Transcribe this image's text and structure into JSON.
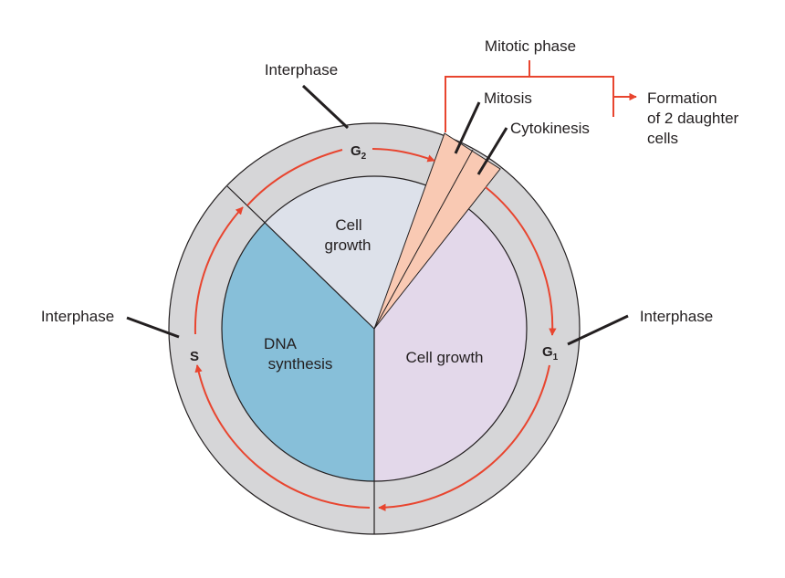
{
  "colors": {
    "outer_ring": "#d6d6d8",
    "ring_stroke": "#231f20",
    "dna_synthesis": "#87bfd9",
    "cell_growth_g2": "#dde1ea",
    "cell_growth_g1": "#e3d8ea",
    "mitotic_wedge": "#f9c9b3",
    "arrow": "#e8452f",
    "pointer": "#231f20"
  },
  "labels": {
    "interphase_top": "Interphase",
    "interphase_left": "Interphase",
    "interphase_right": "Interphase",
    "mitotic_phase": "Mitotic phase",
    "mitosis": "Mitosis",
    "cytokinesis": "Cytokinesis",
    "formation_line1": "Formation",
    "formation_line2": "of 2 daughter",
    "formation_line3": "cells",
    "dna_line1": "DNA",
    "dna_line2": "synthesis",
    "cell_growth_g2_line1": "Cell",
    "cell_growth_g2_line2": "growth",
    "cell_growth_g1": "Cell growth"
  },
  "phases": {
    "g2_letter": "G",
    "g2_sub": "2",
    "g1_letter": "G",
    "g1_sub": "1",
    "s": "S"
  }
}
